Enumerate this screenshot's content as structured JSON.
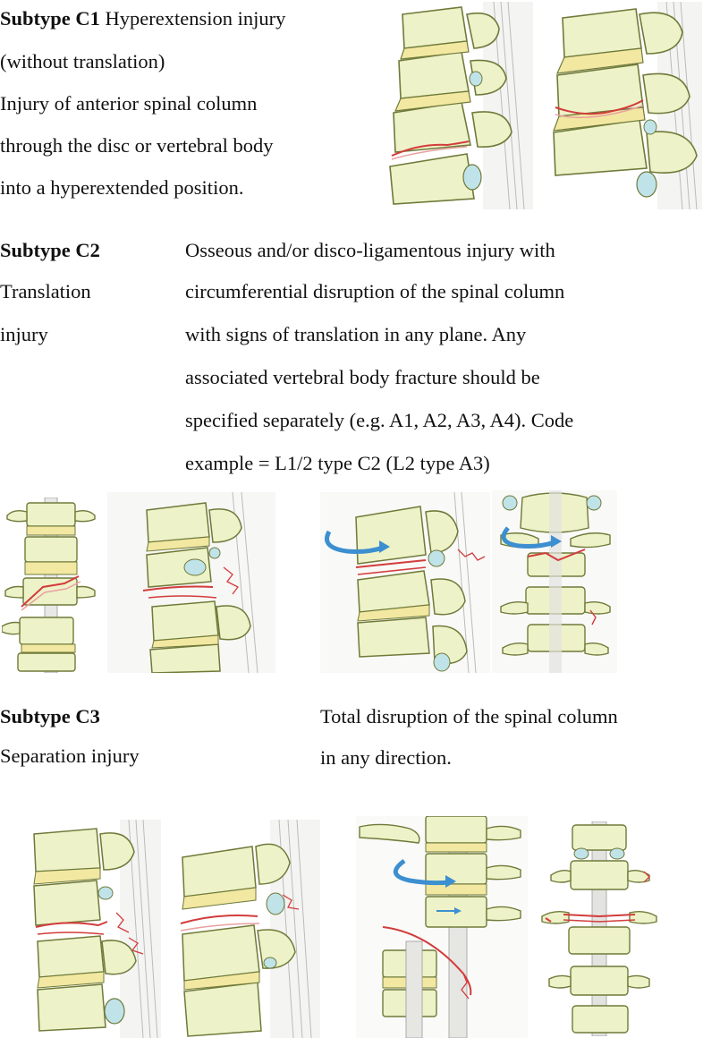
{
  "c1": {
    "heading": "Subtype C1",
    "title_rest": " Hyperextension injury",
    "lines": [
      "(without translation)",
      "Injury of anterior spinal column",
      "through the disc or vertebral body",
      "into a hyperextended position."
    ]
  },
  "c2": {
    "heading": "Subtype C2",
    "name_lines": [
      "Translation",
      "injury"
    ],
    "desc_lines": [
      "Osseous and/or disco-ligamentous injury with",
      "circumferential disruption of the spinal column",
      "with signs of translation in any plane. Any",
      "associated vertebral body fracture should be",
      "specified separately (e.g. A1, A2, A3, A4). Code",
      "example = L1/2 type C2 (L2 type A3)"
    ]
  },
  "c3": {
    "heading": "Subtype C3",
    "name": "Separation injury",
    "desc_lines": [
      "Total disruption of the spinal column",
      "in any direction."
    ]
  },
  "colors": {
    "bone_fill": "#eef2c8",
    "bone_stroke": "#6f7a3a",
    "disc_fill": "#f2e8a2",
    "fracture_red": "#d23c3c",
    "cartilage_blue": "#bfe3e8",
    "arrow_blue": "#3c8fd0"
  }
}
